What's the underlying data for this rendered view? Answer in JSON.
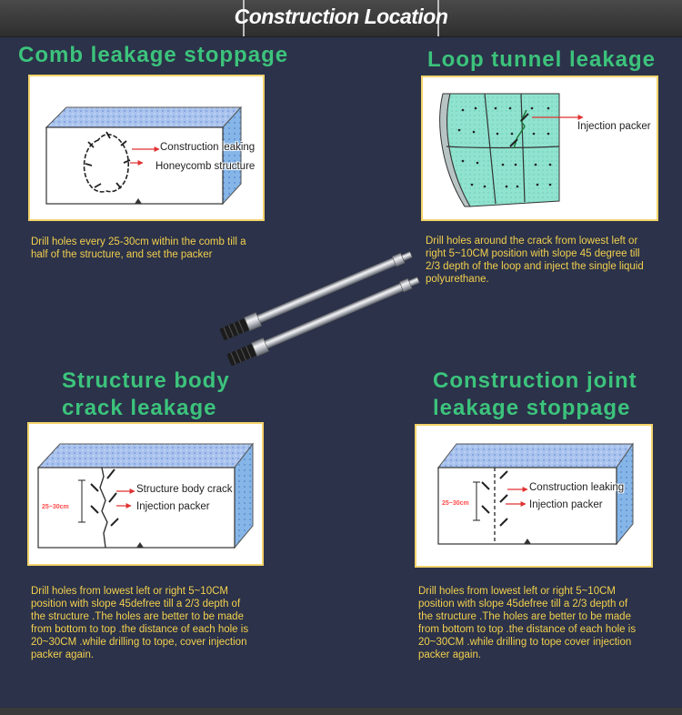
{
  "header": {
    "title": "Construction Location"
  },
  "sections": {
    "comb": {
      "heading": "Comb leakage stoppage",
      "label_1": "Construction leaking",
      "label_2": "Honeycomb structure",
      "desc": [
        "Drill holes every 25-30cm within the comb till a",
        "half of the structure, and set the packer"
      ]
    },
    "loop": {
      "heading": "Loop tunnel leakage",
      "label_1": "Injection packer",
      "desc": [
        "Drill holes around the crack from lowest left or",
        "right 5~10CM position with slope 45 degree till",
        "2/3 depth of the loop and inject the single liquid",
        "polyurethane."
      ]
    },
    "crack": {
      "heading_1": "Structure body",
      "heading_2": "crack leakage",
      "label_1": "Structure body crack",
      "label_2": "Injection packer",
      "dimension": "25~30cm",
      "desc": [
        "Drill holes from lowest left or right 5~10CM",
        "position with slope 45defree till a 2/3  depth of",
        "the structure .The holes are better to be made",
        "from bottom to top .the distance of each hole is",
        "20~30CM .while drilling to tope, cover injection",
        "packer again."
      ]
    },
    "joint": {
      "heading_1": "Construction joint",
      "heading_2": "leakage stoppage",
      "label_1": "Construction leaking",
      "label_2": "Injection packer",
      "dimension": "25~30cm",
      "desc": [
        "Drill holes from lowest left or right 5~10CM",
        "position with slope 45defree till a 2/3  depth of",
        "the structure .The holes are better to be made",
        "from bottom to top .the distance of each hole is",
        "20~30CM .while drilling to tope cover injection",
        "packer again."
      ]
    }
  },
  "colors": {
    "heading": "#3cc37c",
    "description": "#f3d04e",
    "panel_border": "#f3d36b",
    "arrow": "#e03030",
    "background": "#2b3249"
  }
}
